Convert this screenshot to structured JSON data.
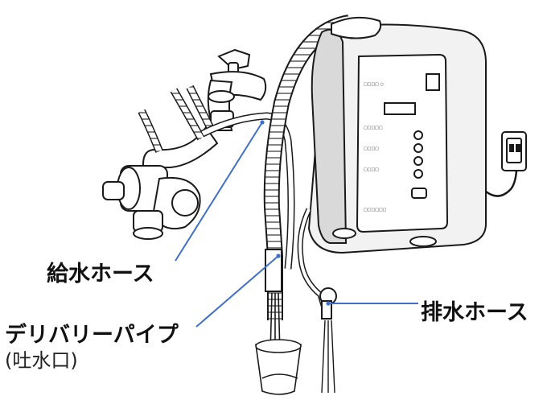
{
  "labels": {
    "supply_hose": "給水ホース",
    "drain_hose": "排水ホース",
    "delivery_pipe": "デリバリーパイプ",
    "spout": "(吐水口)"
  },
  "colors": {
    "leader_line": "#3f6fc9",
    "outline": "#1a1a1a",
    "unit_body": "#f2f2f2",
    "unit_panel": "#ffffff"
  },
  "icons": [
    "faucet-icon",
    "valve-icon",
    "water-ionizer-unit",
    "power-outlet-icon",
    "glass-icon"
  ]
}
